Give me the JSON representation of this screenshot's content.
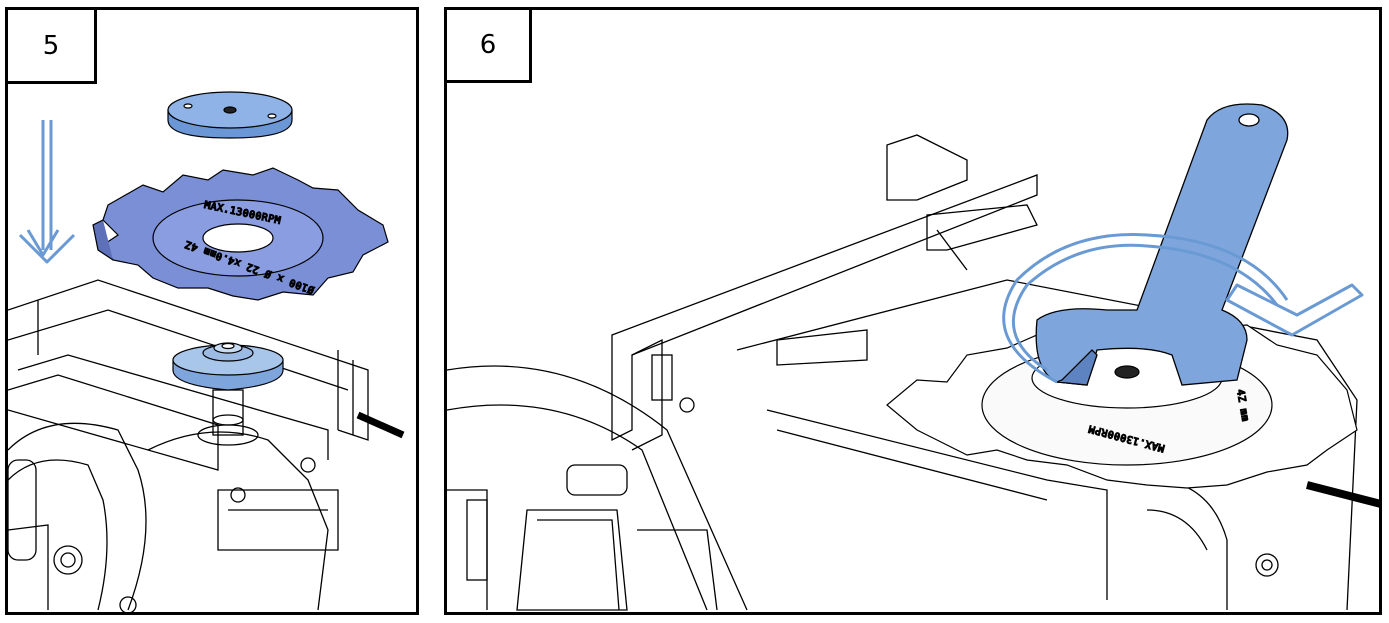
{
  "panels": [
    {
      "step": "5",
      "blade_text_outer": "MAX.13000RPM",
      "blade_text_inner": "Ø100 x Ø 22 x4.0mm 4Z"
    },
    {
      "step": "6",
      "blade_text_outer": "MAX.13000RPM",
      "blade_text_inner": "4Z mm"
    }
  ],
  "colors": {
    "part_fill": "#7fa6dc",
    "blade_fill": "#7a8fd6",
    "arrow_stroke": "#6a9ad4",
    "line": "#000000"
  }
}
